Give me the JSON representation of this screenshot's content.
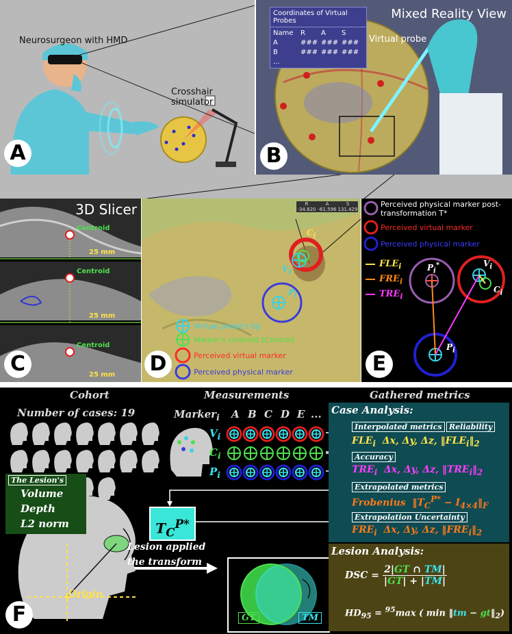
{
  "panelA": {
    "label": "A",
    "surgeon_caption": "Neurosurgeon with HMD",
    "crosshair_caption": "Crosshair simulator"
  },
  "panelB": {
    "label": "B",
    "view_title": "Mixed Reality View",
    "probe_caption": "Virtual probe",
    "table_title": "Coordinates of Virtual Probes",
    "table_headers": [
      "Name",
      "R",
      "A",
      "S"
    ],
    "table_rows": [
      [
        "A",
        "###",
        "###",
        "###"
      ],
      [
        "B",
        "###",
        "###",
        "###"
      ],
      [
        "...",
        "",
        "",
        ""
      ]
    ]
  },
  "panelC": {
    "label": "C",
    "title": "3D Slicer",
    "centroid": "Centroid",
    "scale": "25 mm"
  },
  "panelD": {
    "label": "D",
    "coord_headers": [
      "R",
      "A",
      "S"
    ],
    "coord_values": [
      "-34.820",
      "-61.596",
      "131.429"
    ],
    "legend": [
      {
        "text": "Virtual probe's tip",
        "color": "#39d2e6"
      },
      {
        "text": "Marker's centroid (Control)",
        "color": "#4ee04e"
      },
      {
        "text": "Perceived virtual marker",
        "color": "#ff3030"
      },
      {
        "text": "Perceived physical marker",
        "color": "#4a4aff"
      }
    ]
  },
  "panelE": {
    "label": "E",
    "legend": [
      {
        "text": "Perceived physical marker post-transformation T*",
        "color": "#fff"
      },
      {
        "text": "Perceived virtual marker",
        "color": "#ff2a2a"
      },
      {
        "text": "Perceived physical marker",
        "color": "#3b3bff"
      }
    ],
    "metrics": [
      {
        "name": "FLE",
        "color": "#ffe24a"
      },
      {
        "name": "FRE",
        "color": "#ff8a1a"
      },
      {
        "name": "TRE",
        "color": "#ff3cff"
      }
    ],
    "colors": {
      "purple": "#9a5fb0",
      "red": "#e02020",
      "blue": "#2020d0",
      "green": "#4ee04e",
      "cyan": "#39d2e6"
    }
  },
  "panelF": {
    "label": "F",
    "cohort_title": "Cohort",
    "cases_text": "Number of cases: 19",
    "measurements_title": "Measurements",
    "marker_label": "Marker",
    "marker_columns": [
      "A",
      "B",
      "C",
      "D",
      "E",
      "..."
    ],
    "row_labels": [
      "V",
      "C",
      "P"
    ],
    "gathered_title": "Gathered metrics",
    "case_analysis": "Case Analysis:",
    "interp_tag": "Interpolated metrics",
    "reliability_tag": "Reliability",
    "fle_line": "FLE",
    "accuracy_tag": "Accuracy",
    "tre_line": "TRE",
    "extrap_tag": "Extrapolated metrics",
    "frobenius": "Frobenius",
    "uncert_tag": "Extrapolation Uncertainty",
    "fre_line": "FRE",
    "lesion_tag": "The Lesion's",
    "lesion_items": [
      "Volume",
      "Depth",
      "L2 norm"
    ],
    "origin": "Origin",
    "transform_caption": "Lesion applied the transform",
    "gt": "GT",
    "tm": "TM",
    "lesion_analysis": "Lesion Analysis:",
    "dsc": "DSC",
    "hd": "HD",
    "colors": {
      "teal_box": "#0f4b52",
      "olive_box": "#4d4415",
      "yellow": "#ffe24a",
      "magenta": "#ff3cff",
      "orange": "#ff7a1a",
      "green": "#4ee04e",
      "cyan": "#39e6f0"
    }
  }
}
